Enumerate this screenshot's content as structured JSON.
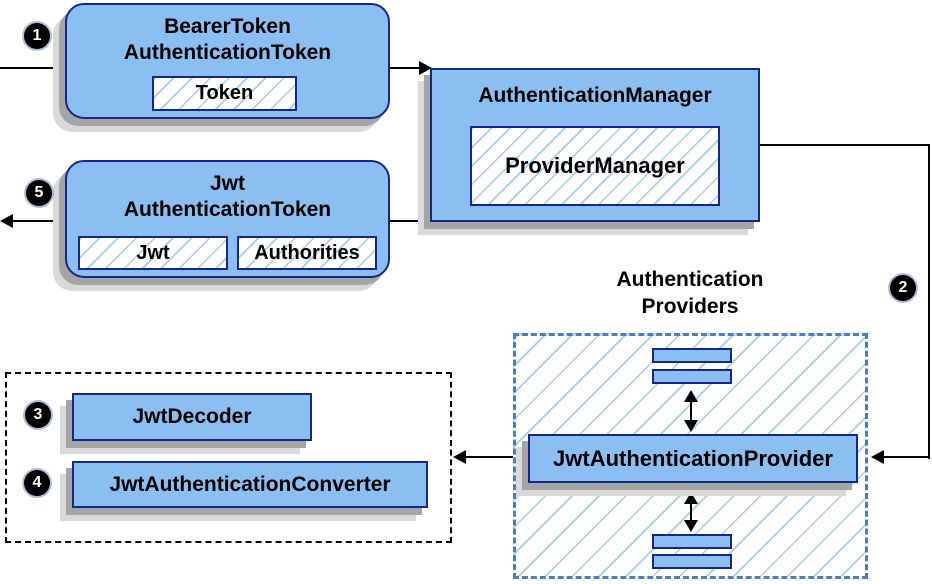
{
  "diagram": {
    "bearer_box": {
      "title1": "BearerToken",
      "title2": "AuthenticationToken",
      "token_label": "Token"
    },
    "jwt_box": {
      "title1": "Jwt",
      "title2": "AuthenticationToken",
      "jwt_label": "Jwt",
      "authorities_label": "Authorities"
    },
    "manager_box": {
      "title": "AuthenticationManager",
      "inner_label": "ProviderManager"
    },
    "providers_group": {
      "label1": "Authentication",
      "label2": "Providers",
      "provider_label": "JwtAuthenticationProvider"
    },
    "resolver_group": {
      "decoder_label": "JwtDecoder",
      "converter_label": "JwtAuthenticationConverter"
    },
    "steps": {
      "s1": "1",
      "s2": "2",
      "s3": "3",
      "s4": "4",
      "s5": "5"
    },
    "colors": {
      "node_fill": "#8bbff2",
      "node_border": "#15268c",
      "hatch_line": "#a6cbf0",
      "shadow_dark": "#a5a5a5",
      "shadow_light": "#d9d9d9",
      "connector": "#000000",
      "providers_dashed_border": "#4a7cc4",
      "resolver_dashed_border": "#000000",
      "badge_bg": "#000000",
      "badge_text": "#ffffff"
    }
  }
}
